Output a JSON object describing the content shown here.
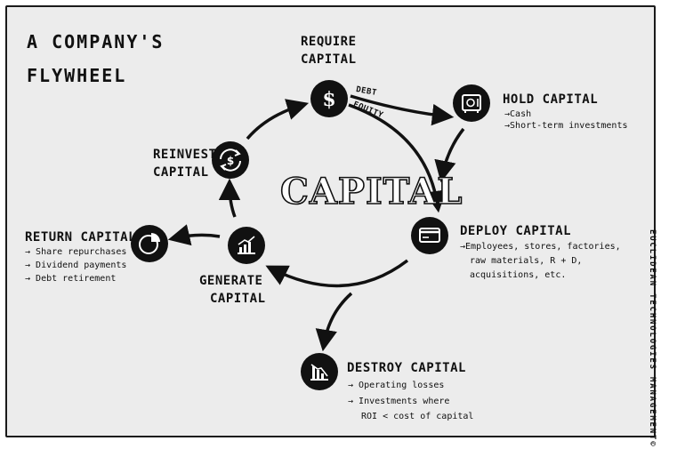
{
  "title": {
    "line1": "A COMPANY'S",
    "line2": "FLYWHEEL"
  },
  "center_label": "CAPITAL",
  "nodes": {
    "require": {
      "line1": "REQUIRE",
      "line2": "CAPITAL",
      "icon": "dollar-sign-icon"
    },
    "hold": {
      "title": "HOLD CAPITAL",
      "icon": "safe-icon",
      "items": [
        "Cash",
        "Short-term investments"
      ]
    },
    "deploy": {
      "title": "DEPLOY CAPITAL",
      "icon": "credit-card-icon",
      "desc": [
        "Employees, stores, factories,",
        "raw materials, R + D,",
        "acquisitions, etc."
      ]
    },
    "destroy": {
      "title": "DESTROY CAPITAL",
      "icon": "declining-chart-icon",
      "items": [
        "Operating losses",
        "Investments where"
      ],
      "items_cont": "ROI < cost of capital"
    },
    "generate": {
      "line1": "GENERATE",
      "line2": "CAPITAL",
      "icon": "growth-chart-icon"
    },
    "reinvest": {
      "line1": "REINVEST",
      "line2": "CAPITAL",
      "icon": "recycle-dollar-icon"
    },
    "return": {
      "title": "RETURN CAPITAL",
      "icon": "pie-chart-icon",
      "items": [
        "Share repurchases",
        "Dividend payments",
        "Debt retirement"
      ]
    }
  },
  "arrow_labels": {
    "debt": "DEBT",
    "equity": "EQUITY"
  },
  "credit": "EUCLIDEAN TECHNOLOGIES MANAGEMENT©",
  "colors": {
    "background": "#ececec",
    "ink": "#111111",
    "border": "#1a1a1a"
  }
}
